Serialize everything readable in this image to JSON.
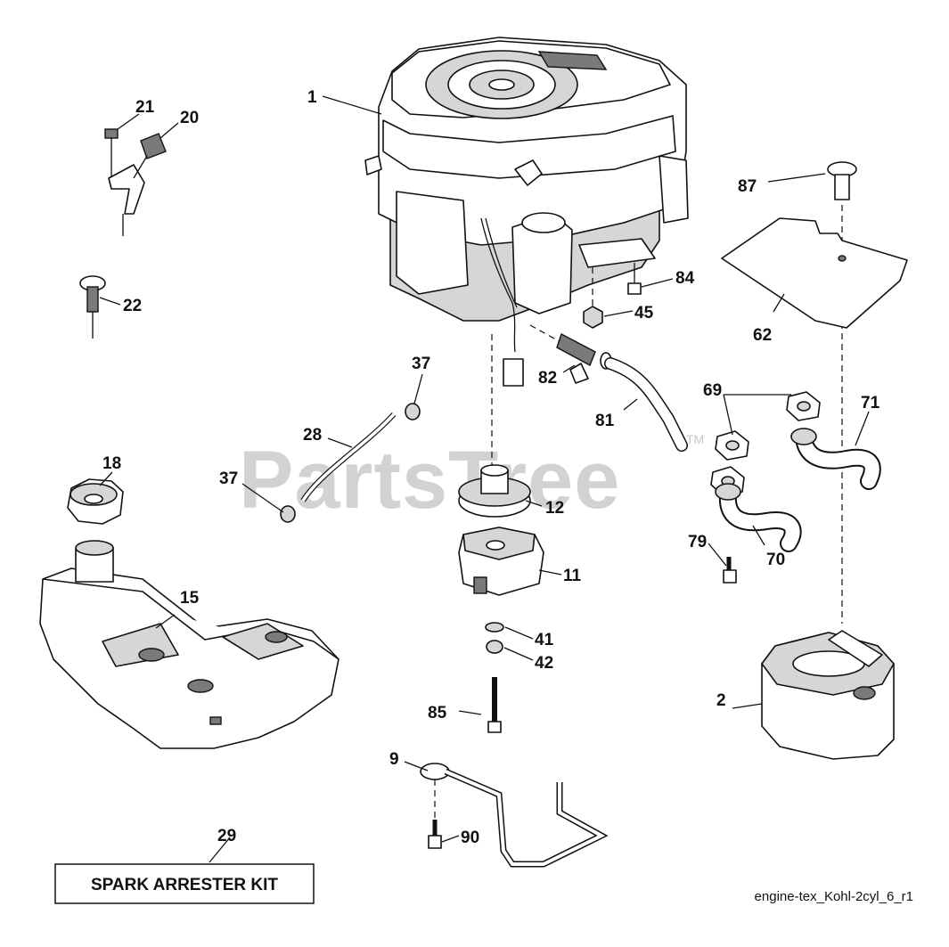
{
  "watermark": {
    "text": "PartsTree",
    "tm": "TM"
  },
  "callouts": {
    "c1": "1",
    "c2": "2",
    "c9": "9",
    "c11": "11",
    "c12": "12",
    "c15": "15",
    "c18": "18",
    "c20": "20",
    "c21": "21",
    "c22": "22",
    "c28": "28",
    "c29": "29",
    "c37a": "37",
    "c37b": "37",
    "c41": "41",
    "c42": "42",
    "c45": "45",
    "c62": "62",
    "c69": "69",
    "c70": "70",
    "c71": "71",
    "c79": "79",
    "c81": "81",
    "c82": "82",
    "c84": "84",
    "c85": "85",
    "c87": "87",
    "c90": "90"
  },
  "kit_label": "SPARK ARRESTER KIT",
  "diagram_ref": "engine-tex_Kohl-2cyl_6_r1"
}
